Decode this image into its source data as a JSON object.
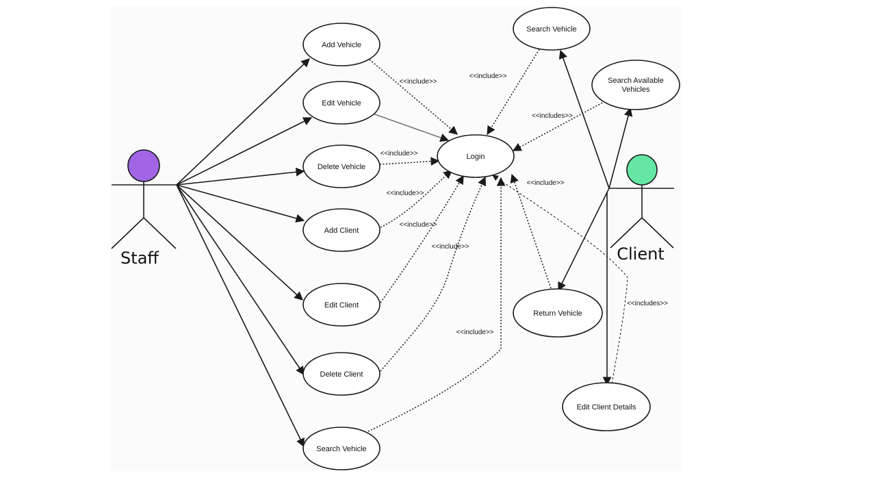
{
  "actors": {
    "staff": {
      "name": "Staff",
      "head_color": "#a066e6"
    },
    "client": {
      "name": "Client",
      "head_color": "#66e6a5"
    }
  },
  "use_cases": {
    "add_vehicle": "Add Vehicle",
    "edit_vehicle": "Edit Vehicle",
    "delete_vehicle": "Delete Vehicle",
    "add_client": "Add Client",
    "edit_client": "Edit Client",
    "delete_client": "Delete Client",
    "search_vehicle_staff": "Search Vehicle",
    "login": "Login",
    "search_vehicle_client": "Search Vehicle",
    "search_available_line1": "Search Available",
    "search_available_line2": "Vehicles",
    "return_vehicle": "Return Vehicle",
    "edit_client_details": "Edit Client Details"
  },
  "relation_labels": {
    "add_vehicle_login": "<<include>>",
    "search_vehicle_login": "<<include>>",
    "search_available_login": "<<includes>>",
    "delete_vehicle_login": "<<include>>",
    "add_client_login": "<<include>>",
    "edit_client_login": "<<include>>",
    "delete_client_login": "<<include>>",
    "return_vehicle_login": "<<include>>",
    "search_staff_login": "<<include>>",
    "edit_client_details_login": "<<includes>>"
  }
}
